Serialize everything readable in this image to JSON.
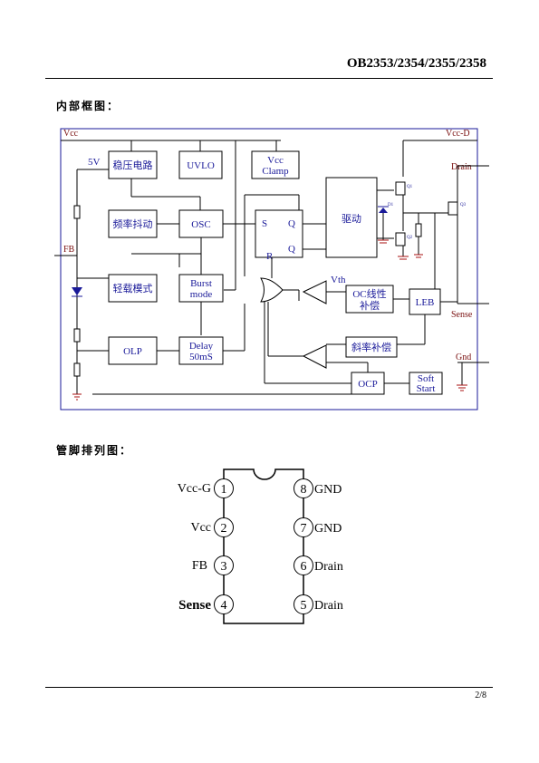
{
  "header": {
    "title": "OB2353/2354/2355/2358"
  },
  "section1": {
    "title": "内部框图："
  },
  "section2": {
    "title": "管脚排列图："
  },
  "block_diagram": {
    "pins": {
      "vcc": "Vcc",
      "vcc_d": "Vcc-D",
      "drain": "Drain",
      "fb": "FB",
      "sense": "Sense",
      "gnd": "Gnd"
    },
    "label_5v": "5V",
    "label_vth": "Vth",
    "blocks": {
      "regulator": "稳压电路",
      "uvlo": "UVLO",
      "vcc_clamp_1": "Vcc",
      "vcc_clamp_2": "Clamp",
      "freq_jitter": "频率抖动",
      "osc": "OSC",
      "light_load": "轻载模式",
      "burst_1": "Burst",
      "burst_2": "mode",
      "olp": "OLP",
      "delay_1": "Delay",
      "delay_2": "50mS",
      "sr_s": "S",
      "sr_q1": "Q",
      "sr_q2": "Q",
      "sr_r": "R",
      "driver": "驱动",
      "oc_1": "OC线性",
      "oc_2": "补偿",
      "leb": "LEB",
      "slope": "斜率补偿",
      "ocp": "OCP",
      "soft_1": "Soft",
      "soft_2": "Start",
      "q1": "Q1",
      "q2": "Q2",
      "q3": "Q3",
      "d1": "D1"
    }
  },
  "pinout": {
    "left": [
      {
        "num": "1",
        "name": "Vcc-G"
      },
      {
        "num": "2",
        "name": "Vcc"
      },
      {
        "num": "3",
        "name": "FB"
      },
      {
        "num": "4",
        "name": "Sense"
      }
    ],
    "right": [
      {
        "num": "8",
        "name": "GND"
      },
      {
        "num": "7",
        "name": "GND"
      },
      {
        "num": "6",
        "name": "Drain"
      },
      {
        "num": "5",
        "name": "Drain"
      }
    ]
  },
  "footer": {
    "page": "2/8"
  }
}
